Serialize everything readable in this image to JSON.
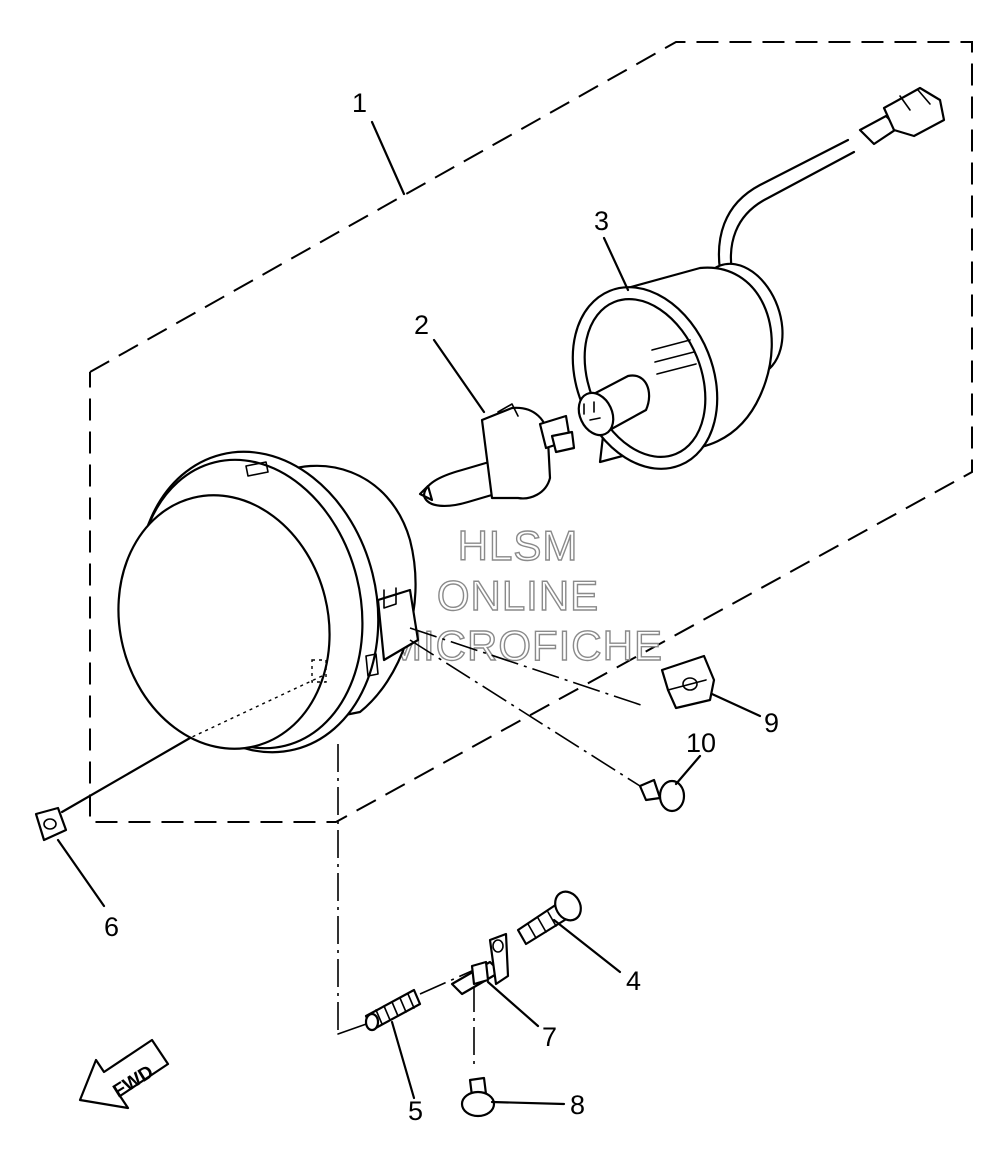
{
  "callouts": {
    "c1": "1",
    "c2": "2",
    "c3": "3",
    "c4": "4",
    "c5": "5",
    "c6": "6",
    "c7": "7",
    "c8": "8",
    "c9": "9",
    "c10": "10"
  },
  "watermark": {
    "line1": "HLSM",
    "line2": "ONLINE",
    "line3": "MICROFICHE"
  },
  "direction_marker": {
    "label": "FWD",
    "icon": "arrow-left-down-icon"
  }
}
